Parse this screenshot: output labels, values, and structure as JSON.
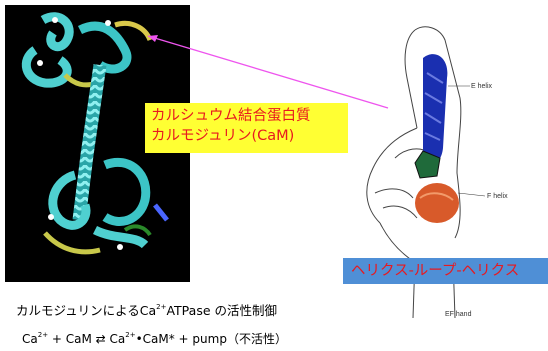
{
  "label_box": {
    "line1": "カルシュウム結合蛋白質",
    "line2": "カルモジュリン(CaM)"
  },
  "banner": {
    "text": "ヘリクス-ループ-ヘリクス"
  },
  "caption": {
    "prefix": "カルモジュリンによるCa",
    "sup": "2+",
    "suffix": "ATPase の活性制御"
  },
  "equation": {
    "part1": "Ca",
    "sup1": "2+",
    "part2": " + CaM ⇄ Ca",
    "sup2": "2+",
    "part3": "•CaM* + pump（不活性）"
  },
  "ef_hand": {
    "e_helix_label": "E helix",
    "f_helix_label": "F helix",
    "title": "EF hand"
  },
  "colors": {
    "label_box_bg": "#ffff33",
    "label_text": "#e8191f",
    "banner_bg": "#4f8fd6",
    "arrow": "#ee55ee",
    "protein_ribbon": "#4fd0d0",
    "e_helix": "#1a2fb0",
    "f_helix": "#d85a2a"
  }
}
